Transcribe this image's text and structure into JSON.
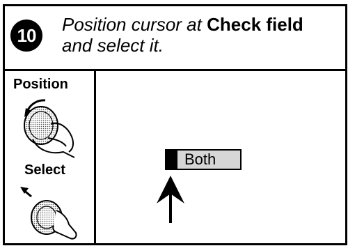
{
  "step": {
    "number": "10",
    "instruction_lead": "Position cursor at",
    "instruction_target": "Check field",
    "instruction_tail": "and select it."
  },
  "controls": {
    "position_label": "Position",
    "select_label": "Select"
  },
  "screen": {
    "field_value": "Both"
  }
}
